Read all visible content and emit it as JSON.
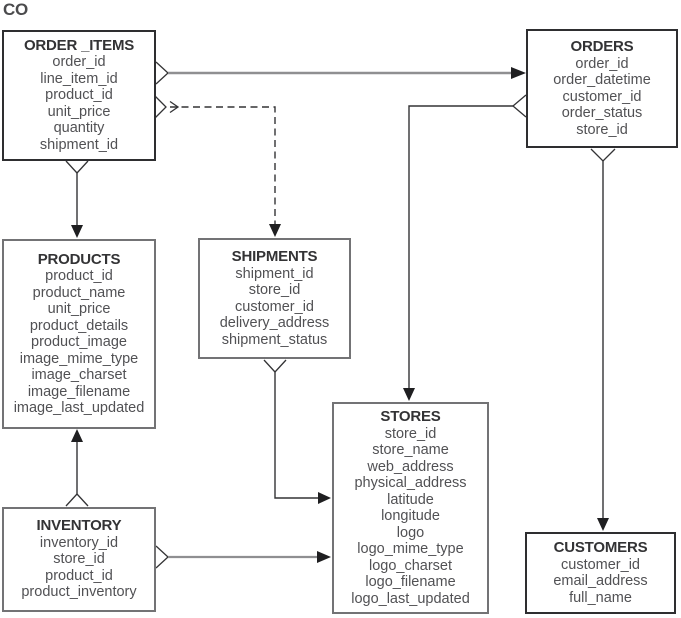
{
  "diagram": {
    "label": "CO",
    "entities": {
      "order_items": {
        "title": "ORDER _ITEMS",
        "fields": [
          "order_id",
          "line_item_id",
          "product_id",
          "unit_price",
          "quantity",
          "shipment_id"
        ]
      },
      "orders": {
        "title": "ORDERS",
        "fields": [
          "order_id",
          "order_datetime",
          "customer_id",
          "order_status",
          "store_id"
        ]
      },
      "products": {
        "title": "PRODUCTS",
        "fields": [
          "product_id",
          "product_name",
          "unit_price",
          "product_details",
          "product_image",
          "image_mime_type",
          "image_charset",
          "image_filename",
          "image_last_updated"
        ]
      },
      "shipments": {
        "title": "SHIPMENTS",
        "fields": [
          "shipment_id",
          "store_id",
          "customer_id",
          "delivery_address",
          "shipment_status"
        ]
      },
      "stores": {
        "title": "STORES",
        "fields": [
          "store_id",
          "store_name",
          "web_address",
          "physical_address",
          "latitude",
          "longitude",
          "logo",
          "logo_mime_type",
          "logo_charset",
          "logo_filename",
          "logo_last_updated"
        ]
      },
      "inventory": {
        "title": "INVENTORY",
        "fields": [
          "inventory_id",
          "store_id",
          "product_id",
          "product_inventory"
        ]
      },
      "customers": {
        "title": "CUSTOMERS",
        "fields": [
          "customer_id",
          "email_address",
          "full_name"
        ]
      }
    },
    "relationships": [
      {
        "from": "ORDER _ITEMS",
        "to": "ORDERS",
        "line": "solid"
      },
      {
        "from": "ORDER _ITEMS",
        "to": "SHIPMENTS",
        "line": "dashed"
      },
      {
        "from": "ORDER _ITEMS",
        "to": "PRODUCTS",
        "line": "solid"
      },
      {
        "from": "ORDERS",
        "to": "STORES",
        "line": "solid"
      },
      {
        "from": "ORDERS",
        "to": "CUSTOMERS",
        "line": "solid"
      },
      {
        "from": "SHIPMENTS",
        "to": "STORES",
        "line": "solid"
      },
      {
        "from": "INVENTORY",
        "to": "PRODUCTS",
        "line": "solid"
      },
      {
        "from": "INVENTORY",
        "to": "STORES",
        "line": "solid"
      }
    ],
    "colors": {
      "line_gray": "#8f8f91",
      "line_dark": "#333335",
      "arrow_fill": "#1f1f21",
      "border_dark": "#2e2e30",
      "border_gray": "#737375",
      "text_field": "#515154",
      "text_title": "#333335"
    }
  }
}
